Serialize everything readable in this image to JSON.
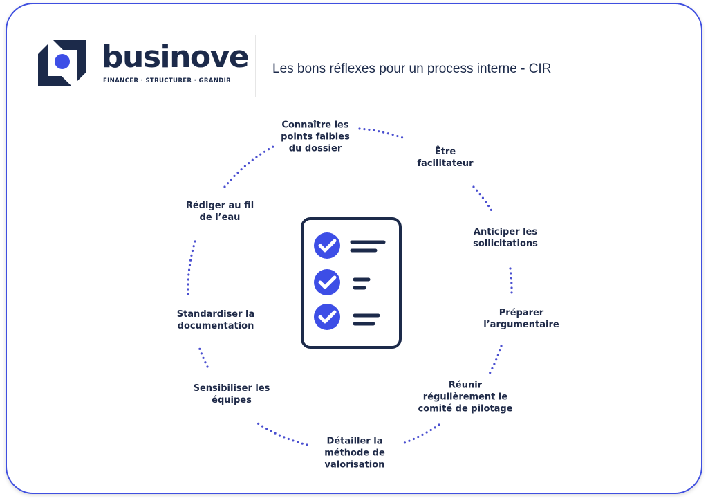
{
  "header": {
    "brand": "businove",
    "tagline": "FINANCER · STRUCTURER · GRANDIR",
    "title": "Les bons réflexes pour un process interne - CIR"
  },
  "colors": {
    "frame": "#3f4fe0",
    "accent": "#3d4ee6",
    "navy": "#1c2a4a",
    "dots": "#4a4fd0"
  },
  "center_icon": "checklist-icon",
  "steps": [
    {
      "lines": [
        "Connaître les",
        "points faibles",
        "du dossier"
      ]
    },
    {
      "lines": [
        "Être",
        "facilitateur"
      ]
    },
    {
      "lines": [
        "Anticiper les",
        "sollicitations"
      ]
    },
    {
      "lines": [
        "Préparer",
        "l’argumentaire"
      ]
    },
    {
      "lines": [
        "Réunir",
        "régulièrement le",
        "comité de pilotage"
      ]
    },
    {
      "lines": [
        "Détailler la",
        "méthode de",
        "valorisation"
      ]
    },
    {
      "lines": [
        "Sensibiliser les",
        "équipes"
      ]
    },
    {
      "lines": [
        "Standardiser la",
        "documentation"
      ]
    },
    {
      "lines": [
        "Rédiger au fil",
        "de l’eau"
      ]
    }
  ]
}
